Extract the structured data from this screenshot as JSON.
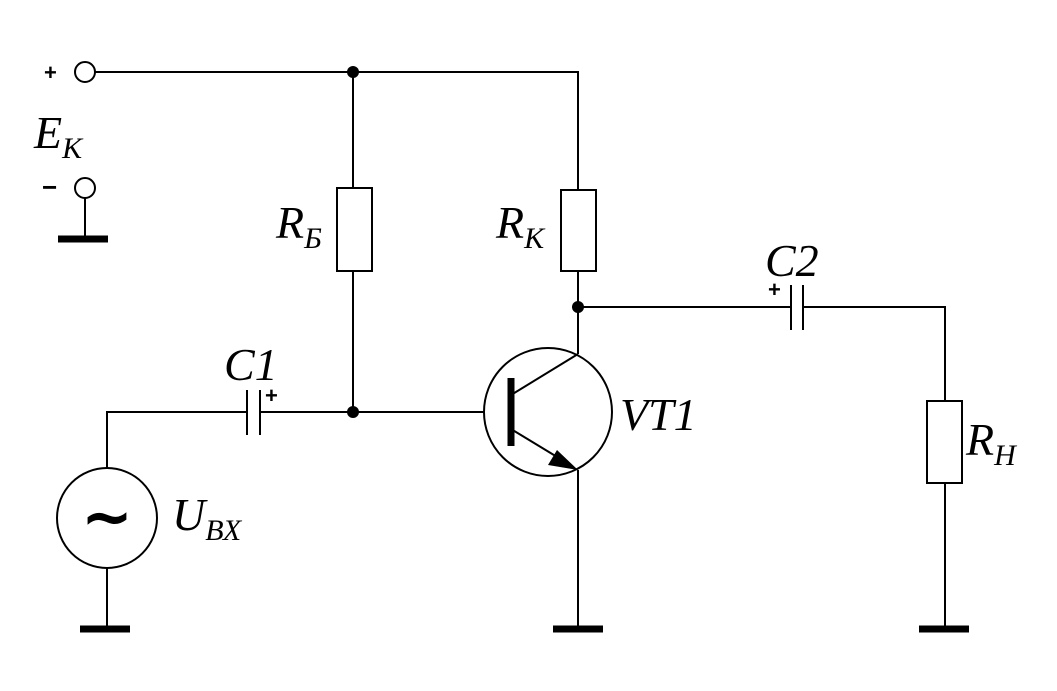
{
  "supply": {
    "name_main": "E",
    "name_sub": "K",
    "plus_sign": "+",
    "minus_sign": "−"
  },
  "resistors": {
    "base": {
      "main": "R",
      "sub": "Б"
    },
    "collector": {
      "main": "R",
      "sub": "К"
    },
    "load": {
      "main": "R",
      "sub": "Н"
    }
  },
  "capacitors": {
    "input": {
      "label": "C1",
      "polarity": "+"
    },
    "output": {
      "label": "C2",
      "polarity": "+"
    }
  },
  "transistor": {
    "label": "VT1"
  },
  "source": {
    "main": "U",
    "sub": "ВХ",
    "symbol": "~"
  }
}
